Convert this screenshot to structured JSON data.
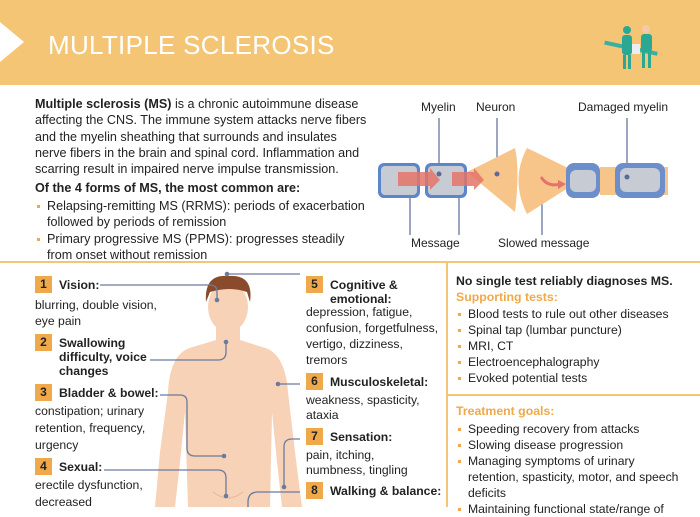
{
  "header": {
    "title": "MULTIPLE SCLEROSIS",
    "icon": "medical-team-icon",
    "color": "#f5c576"
  },
  "intro": {
    "bold": "Multiple sclerosis (MS)",
    "text": " is a chronic autoimmune disease affecting the CNS. The immune system attacks nerve fibers and the myelin sheathing that surrounds and insulates nerve fibers in the brain and spinal cord. Inflammation and scarring result in impaired nerve impulse transmission.",
    "forms_heading": "Of the 4 forms of MS, the most common are:",
    "forms": [
      "Relapsing-remitting MS (RRMS): periods of exacerbation followed by periods of remission",
      "Primary progressive MS (PPMS): progresses steadily from onset without remission"
    ]
  },
  "nerve_diagram": {
    "labels": {
      "myelin": "Myelin",
      "neuron": "Neuron",
      "damaged": "Damaged myelin",
      "message": "Message",
      "slowed": "Slowed message"
    }
  },
  "symptoms": [
    {
      "num": "1",
      "label": "Vision:",
      "desc": "blurring, double vision, eye pain"
    },
    {
      "num": "2",
      "label": "Swallowing difficulty, voice changes",
      "desc": ""
    },
    {
      "num": "3",
      "label": "Bladder & bowel:",
      "desc": "constipation; urinary retention, frequency, urgency"
    },
    {
      "num": "4",
      "label": "Sexual:",
      "desc": "erectile dysfunction, decreased"
    },
    {
      "num": "5",
      "label": "Cognitive & emotional:",
      "desc": "depression, fatigue, confusion, forgetfulness, vertigo, dizziness, tremors"
    },
    {
      "num": "6",
      "label": "Musculoskeletal:",
      "desc": "weakness, spasticity, ataxia"
    },
    {
      "num": "7",
      "label": "Sensation:",
      "desc": "pain, itching, numbness, tingling"
    },
    {
      "num": "8",
      "label": "Walking & balance:",
      "desc": ""
    }
  ],
  "diagnosis": {
    "heading": "No single test reliably diagnoses MS.",
    "sub": "Supporting tests:",
    "items": [
      "Blood tests to rule out other diseases",
      "Spinal tap (lumbar puncture)",
      "MRI, CT",
      "Electroencephalography",
      "Evoked potential tests"
    ]
  },
  "treatment": {
    "heading": "Treatment goals:",
    "items": [
      "Speeding recovery from attacks",
      "Slowing disease progression",
      "Managing symptoms of urinary retention, spasticity, motor, and speech deficits",
      "Maintaining functional state/range of"
    ]
  },
  "colors": {
    "accent": "#f0a94a",
    "leader": "#6a7aa0"
  }
}
